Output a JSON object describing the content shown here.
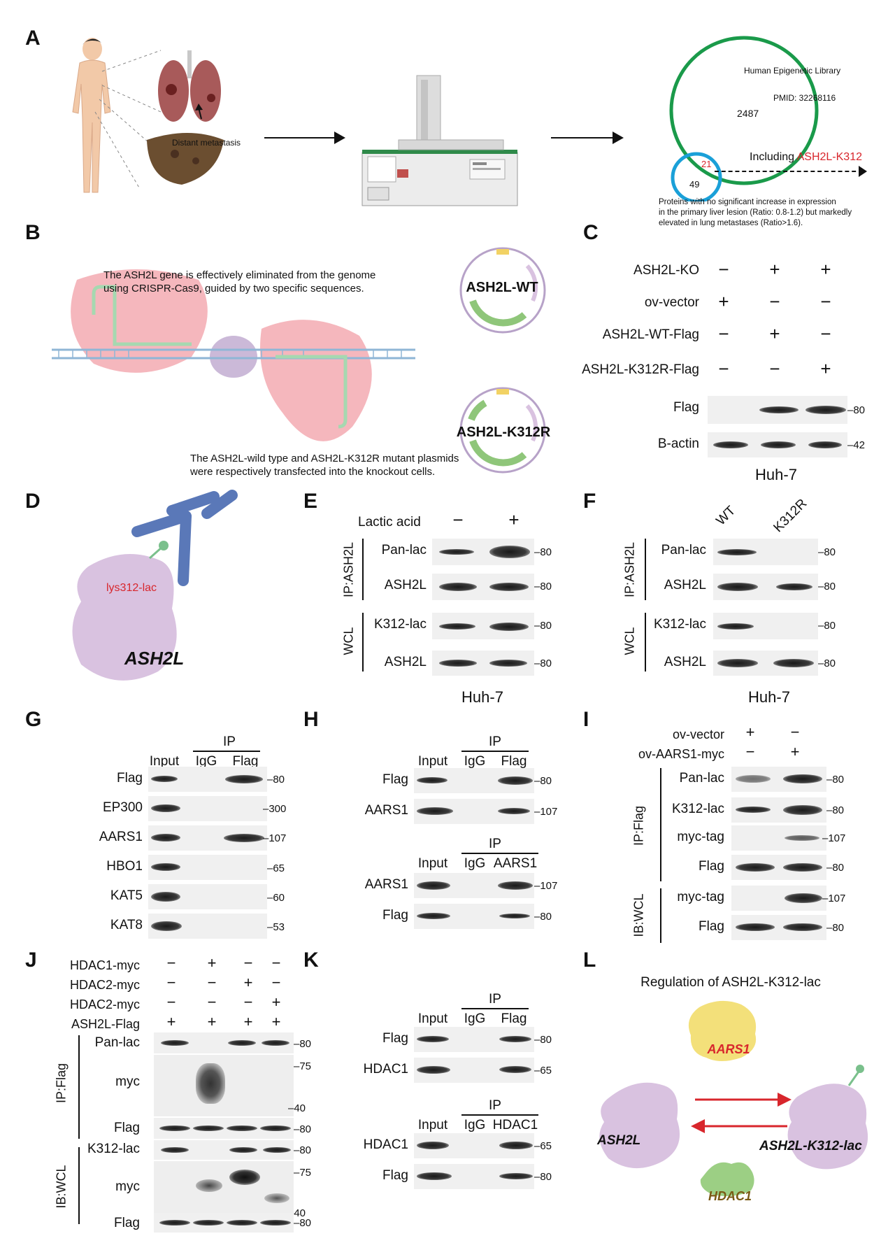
{
  "panels": [
    "A",
    "B",
    "C",
    "D",
    "E",
    "F",
    "G",
    "H",
    "I",
    "J",
    "K",
    "L"
  ],
  "A": {
    "metastasis_label": "Distant metastasis",
    "venn_library": "Human Epigenetic Library",
    "venn_pmid": "PMID: 32268116",
    "venn_big": "2487",
    "venn_overlap": "21",
    "venn_small": "49",
    "including_label": "Including",
    "including_highlight": "ASH2L-K312",
    "proteins_note": "Proteins with no significant increase in expression in the primary liver lesion (Ratio: 0.8-1.2) but markedly elevated in lung metastases (Ratio>1.6).",
    "proteins_note_l1": "Proteins with no significant increase in expression",
    "proteins_note_l2": "in the primary liver lesion (Ratio: 0.8-1.2) but markedly",
    "proteins_note_l3": "elevated in lung metastases (Ratio>1.6)."
  },
  "B": {
    "text1_l1": "The ASH2L gene is effectively eliminated from the genome",
    "text1_l2": "using CRISPR-Cas9, guided by two specific sequences.",
    "text2_l1": "The ASH2L-wild type and ASH2L-K312R mutant plasmids",
    "text2_l2": "were respectively transfected into the knockout cells.",
    "plasmid1": "ASH2L-WT",
    "plasmid2": "ASH2L-K312R"
  },
  "C": {
    "rows": [
      {
        "label": "ASH2L-KO",
        "signs": [
          "−",
          "+",
          "+"
        ]
      },
      {
        "label": "ov-vector",
        "signs": [
          "+",
          "−",
          "−"
        ]
      },
      {
        "label": "ASH2L-WT-Flag",
        "signs": [
          "−",
          "+",
          "−"
        ]
      },
      {
        "label": "ASH2L-K312R-Flag",
        "signs": [
          "−",
          "−",
          "+"
        ]
      }
    ],
    "blots": [
      {
        "label": "Flag",
        "mw": "80"
      },
      {
        "label": "B-actin",
        "mw": "42"
      }
    ],
    "cell_line": "Huh-7"
  },
  "D": {
    "site_label": "lys312-lac",
    "protein": "ASH2L"
  },
  "E": {
    "treatment": "Lactic acid",
    "signs": [
      "−",
      "+"
    ],
    "group_ip": "IP:ASH2L",
    "group_wcl": "WCL",
    "blots": [
      {
        "label": "Pan-lac",
        "mw": "80"
      },
      {
        "label": "ASH2L",
        "mw": "80"
      },
      {
        "label": "K312-lac",
        "mw": "80"
      },
      {
        "label": "ASH2L",
        "mw": "80"
      }
    ],
    "cell_line": "Huh-7"
  },
  "F": {
    "lanes": [
      "WT",
      "K312R"
    ],
    "group_ip": "IP:ASH2L",
    "group_wcl": "WCL",
    "blots": [
      {
        "label": "Pan-lac",
        "mw": "80"
      },
      {
        "label": "ASH2L",
        "mw": "80"
      },
      {
        "label": "K312-lac",
        "mw": "80"
      },
      {
        "label": "ASH2L",
        "mw": "80"
      }
    ],
    "cell_line": "Huh-7"
  },
  "G": {
    "ip": "IP",
    "lanes": [
      "Input",
      "IgG",
      "Flag"
    ],
    "blots": [
      {
        "label": "Flag",
        "mw": "80"
      },
      {
        "label": "EP300",
        "mw": "300"
      },
      {
        "label": "AARS1",
        "mw": "107"
      },
      {
        "label": "HBO1",
        "mw": "65"
      },
      {
        "label": "KAT5",
        "mw": "60"
      },
      {
        "label": "KAT8",
        "mw": "53"
      }
    ]
  },
  "H": {
    "ip": "IP",
    "top_lanes": [
      "Input",
      "IgG",
      "Flag"
    ],
    "top_blots": [
      {
        "label": "Flag",
        "mw": "80"
      },
      {
        "label": "AARS1",
        "mw": "107"
      }
    ],
    "bottom_lanes": [
      "Input",
      "IgG",
      "AARS1"
    ],
    "bottom_blots": [
      {
        "label": "AARS1",
        "mw": "107"
      },
      {
        "label": "Flag",
        "mw": "80"
      }
    ]
  },
  "I": {
    "rows": [
      {
        "label": "ov-vector",
        "signs": [
          "+",
          "−"
        ]
      },
      {
        "label": "ov-AARS1-myc",
        "signs": [
          "−",
          "+"
        ]
      }
    ],
    "group_ip": "IP:Flag",
    "group_wcl": "IB:WCL",
    "blots": [
      {
        "label": "Pan-lac",
        "mw": "80"
      },
      {
        "label": "K312-lac",
        "mw": "80"
      },
      {
        "label": "myc-tag",
        "mw": "107"
      },
      {
        "label": "Flag",
        "mw": "80"
      },
      {
        "label": "myc-tag",
        "mw": "107"
      },
      {
        "label": "Flag",
        "mw": "80"
      }
    ]
  },
  "J": {
    "rows": [
      {
        "label": "HDAC1-myc",
        "signs": [
          "−",
          "+",
          "−",
          "−"
        ]
      },
      {
        "label": "HDAC2-myc",
        "signs": [
          "−",
          "−",
          "+",
          "−"
        ]
      },
      {
        "label": "HDAC2-myc",
        "signs": [
          "−",
          "−",
          "−",
          "+"
        ]
      },
      {
        "label": "ASH2L-Flag",
        "signs": [
          "+",
          "+",
          "+",
          "+"
        ]
      }
    ],
    "group_ip": "IP:Flag",
    "group_wcl": "IB:WCL",
    "blots": [
      {
        "label": "Pan-lac"
      },
      {
        "label": "myc"
      },
      {
        "label": "Flag"
      },
      {
        "label": "K312-lac"
      },
      {
        "label": "myc"
      },
      {
        "label": "Flag"
      }
    ],
    "mw": [
      "80",
      "75",
      "40",
      "80",
      "80",
      "75",
      "40",
      "80"
    ]
  },
  "K": {
    "ip": "IP",
    "top_lanes": [
      "Input",
      "IgG",
      "Flag"
    ],
    "top_blots": [
      {
        "label": "Flag",
        "mw": "80"
      },
      {
        "label": "HDAC1",
        "mw": "65"
      }
    ],
    "bottom_lanes": [
      "Input",
      "IgG",
      "HDAC1"
    ],
    "bottom_blots": [
      {
        "label": "HDAC1",
        "mw": "65"
      },
      {
        "label": "Flag",
        "mw": "80"
      }
    ]
  },
  "L": {
    "title": "Regulation of ASH2L-K312-lac",
    "writer": "AARS1",
    "eraser": "HDAC1",
    "left": "ASH2L",
    "right": "ASH2L-K312-lac"
  },
  "colors": {
    "accent_red": "#d8262c",
    "venn_green": "#1a9a4a",
    "venn_blue": "#1aa0d8",
    "protein_purple": "#d9c2e0",
    "antibody_blue": "#5a78b8"
  }
}
